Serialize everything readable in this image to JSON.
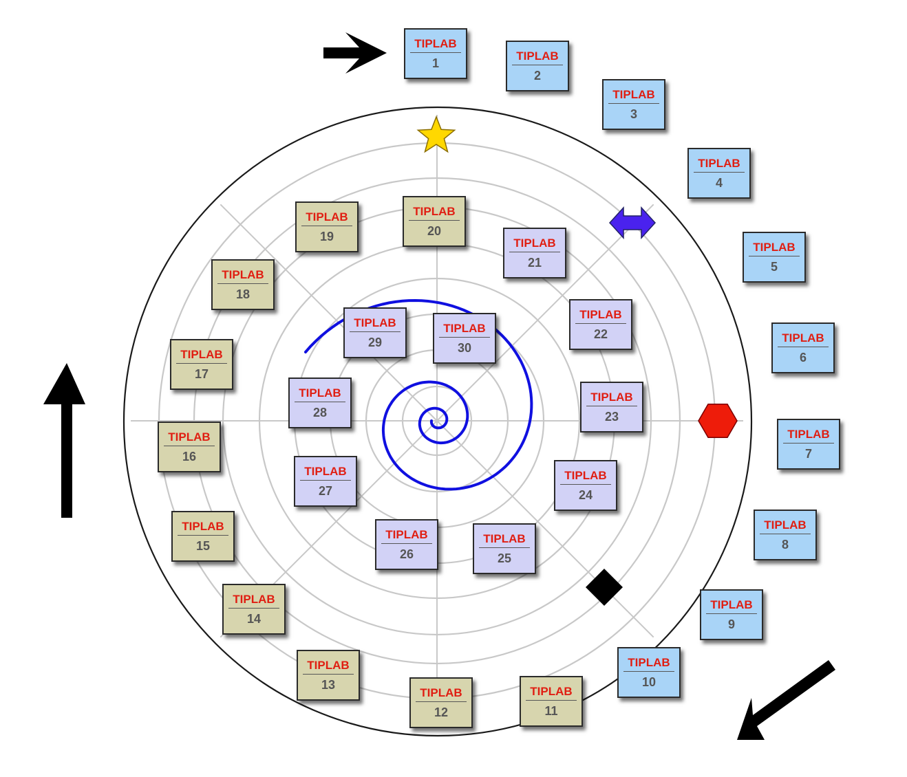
{
  "diagram": {
    "colors": {
      "outer_ring": "#1a1a1a",
      "grid": "#c8c8c8",
      "spiral": "#1010e0",
      "tile_title_text": "#e01e12",
      "tile_number_text": "#555555",
      "tile_outer": "#a9d4f7",
      "tile_middle": "#d7d5ae",
      "tile_inner": "#d2d2f6",
      "star": "#ffd800",
      "double_arrow": "#4a22ee",
      "hexagon": "#ee1c0a",
      "diamond": "#000000",
      "arrows": "#000000"
    },
    "markers": [
      {
        "name": "star-icon",
        "color": "#ffd800"
      },
      {
        "name": "double-arrow-icon",
        "color": "#4a22ee"
      },
      {
        "name": "hexagon-icon",
        "color": "#ee1c0a"
      },
      {
        "name": "diamond-icon",
        "color": "#000000"
      }
    ],
    "arrows": [
      "arrow-right-icon",
      "arrow-up-icon",
      "arrow-down-left-icon"
    ],
    "tiles": [
      {
        "title": "TIPLAB",
        "number": "1",
        "group": "outer"
      },
      {
        "title": "TIPLAB",
        "number": "2",
        "group": "outer"
      },
      {
        "title": "TIPLAB",
        "number": "3",
        "group": "outer"
      },
      {
        "title": "TIPLAB",
        "number": "4",
        "group": "outer"
      },
      {
        "title": "TIPLAB",
        "number": "5",
        "group": "outer"
      },
      {
        "title": "TIPLAB",
        "number": "6",
        "group": "outer"
      },
      {
        "title": "TIPLAB",
        "number": "7",
        "group": "outer"
      },
      {
        "title": "TIPLAB",
        "number": "8",
        "group": "outer"
      },
      {
        "title": "TIPLAB",
        "number": "9",
        "group": "outer"
      },
      {
        "title": "TIPLAB",
        "number": "10",
        "group": "outer"
      },
      {
        "title": "TIPLAB",
        "number": "11",
        "group": "middle"
      },
      {
        "title": "TIPLAB",
        "number": "12",
        "group": "middle"
      },
      {
        "title": "TIPLAB",
        "number": "13",
        "group": "middle"
      },
      {
        "title": "TIPLAB",
        "number": "14",
        "group": "middle"
      },
      {
        "title": "TIPLAB",
        "number": "15",
        "group": "middle"
      },
      {
        "title": "TIPLAB",
        "number": "16",
        "group": "middle"
      },
      {
        "title": "TIPLAB",
        "number": "17",
        "group": "middle"
      },
      {
        "title": "TIPLAB",
        "number": "18",
        "group": "middle"
      },
      {
        "title": "TIPLAB",
        "number": "19",
        "group": "middle"
      },
      {
        "title": "TIPLAB",
        "number": "20",
        "group": "middle"
      },
      {
        "title": "TIPLAB",
        "number": "21",
        "group": "inner"
      },
      {
        "title": "TIPLAB",
        "number": "22",
        "group": "inner"
      },
      {
        "title": "TIPLAB",
        "number": "23",
        "group": "inner"
      },
      {
        "title": "TIPLAB",
        "number": "24",
        "group": "inner"
      },
      {
        "title": "TIPLAB",
        "number": "25",
        "group": "inner"
      },
      {
        "title": "TIPLAB",
        "number": "26",
        "group": "inner"
      },
      {
        "title": "TIPLAB",
        "number": "27",
        "group": "inner"
      },
      {
        "title": "TIPLAB",
        "number": "28",
        "group": "inner"
      },
      {
        "title": "TIPLAB",
        "number": "29",
        "group": "inner"
      },
      {
        "title": "TIPLAB",
        "number": "30",
        "group": "inner"
      }
    ]
  }
}
